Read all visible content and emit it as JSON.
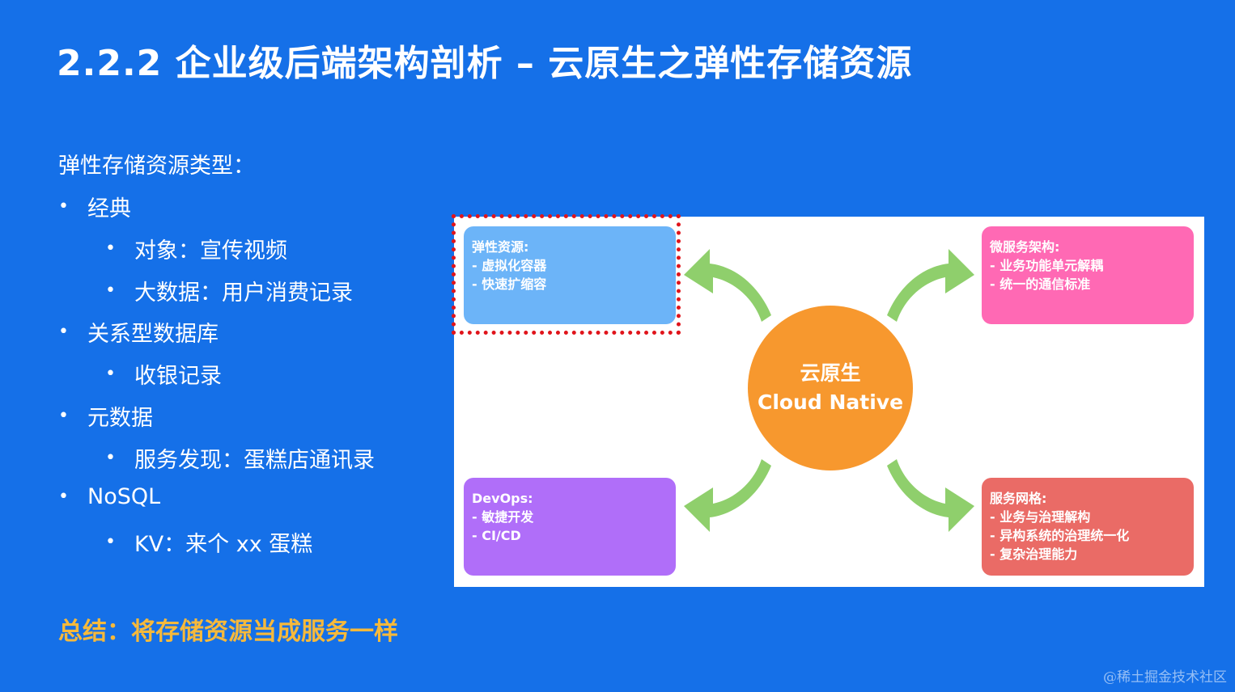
{
  "title": "2.2.2 企业级后端架构剖析 – 云原生之弹性存储资源",
  "subtitle": "弹性存储资源类型：",
  "bullet_symbol": "•",
  "list": [
    {
      "text": "经典",
      "level": 1
    },
    {
      "text": "对象：宣传视频",
      "level": 2
    },
    {
      "text": "大数据：用户消费记录",
      "level": 2
    },
    {
      "text": "关系型数据库",
      "level": 1
    },
    {
      "text": "收银记录",
      "level": 2
    },
    {
      "text": "元数据",
      "level": 1
    },
    {
      "text": "服务发现：蛋糕店通讯录",
      "level": 2
    },
    {
      "text": "NoSQL",
      "level": 1
    },
    {
      "text": "KV：来个 xx 蛋糕",
      "level": 2
    }
  ],
  "summary": "总结：将存储资源当成服务一样",
  "diagram": {
    "center": {
      "line1": "云原生",
      "line2": "Cloud Native",
      "color": "#f7982e"
    },
    "boxes": {
      "elastic": {
        "title": "弹性资源:",
        "lines": [
          "- 虚拟化容器",
          "- 快速扩缩容"
        ],
        "color": "#6cb4f8"
      },
      "micro": {
        "title": "微服务架构:",
        "lines": [
          "- 业务功能单元解耦",
          "- 统一的通信标准"
        ],
        "color": "#ff69b4"
      },
      "devops": {
        "title": "DevOps:",
        "lines": [
          "- 敏捷开发",
          "- CI/CD"
        ],
        "color": "#b06ef9"
      },
      "mesh": {
        "title": "服务网格:",
        "lines": [
          "- 业务与治理解构",
          "- 异构系统的治理统一化",
          "- 复杂治理能力"
        ],
        "color": "#ea6b66"
      }
    },
    "arrow_color": "#8fcf6c",
    "highlight_color": "#e0141b"
  },
  "watermark": "@稀土掘金技术社区",
  "colors": {
    "background": "#1570e8",
    "summary": "#f6b93b"
  }
}
